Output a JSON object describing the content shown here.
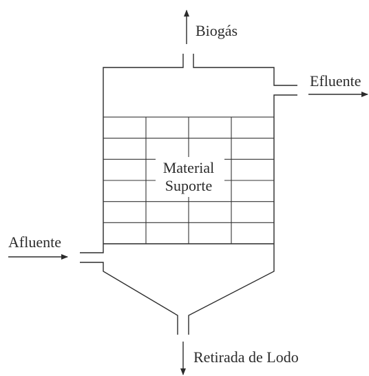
{
  "labels": {
    "biogas": "Biogás",
    "effluent": "Efluente",
    "support_line1": "Material",
    "support_line2": "Suporte",
    "influent": "Afluente",
    "sludge": "Retirada de Lodo"
  },
  "packing_grid": {
    "columns": 4,
    "rows": 6
  },
  "colors": {
    "stroke": "#2b2b2b",
    "background": "#ffffff"
  }
}
